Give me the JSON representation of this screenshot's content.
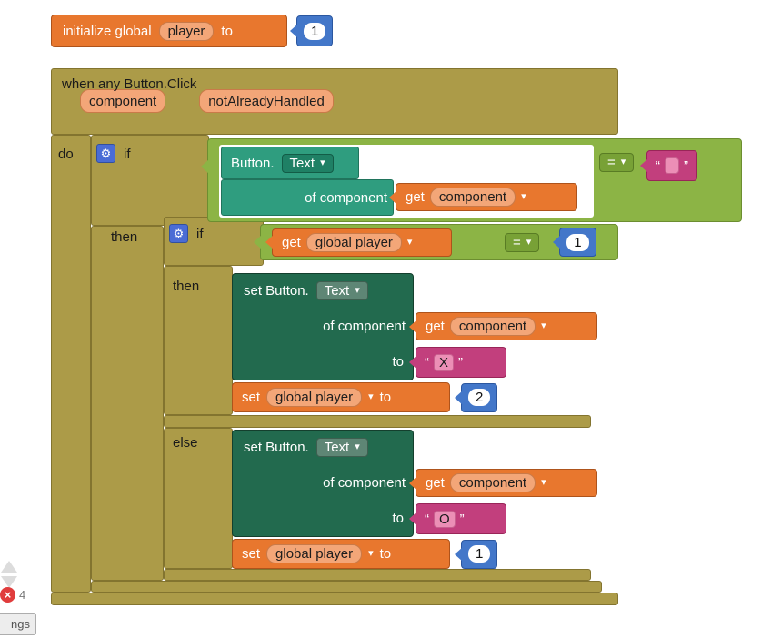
{
  "palette": {
    "variables_orange": "#E8772E",
    "control_mustard": "#AC9B48",
    "logic_green": "#8CB445",
    "math_blue": "#4377C9",
    "text_magenta": "#C23F7D",
    "component_get_teal": "#2F9D7F",
    "component_set_green": "#226A4E",
    "field_salmon": "#F3A678"
  },
  "icons": {
    "gear": "⚙",
    "dropdown_arrow": "▾",
    "error_x": "×",
    "open_quote": "“",
    "close_quote": "”"
  },
  "init_block": {
    "label": "initialize global",
    "var_name": "player",
    "to": "to",
    "value": "1"
  },
  "event_block": {
    "title": "when any Button.Click",
    "param1": "component",
    "param2": "notAlreadyHandled",
    "do": "do"
  },
  "if_outer": {
    "if": "if",
    "then": "then"
  },
  "if_inner": {
    "if": "if",
    "then": "then",
    "else": "else"
  },
  "cond_text_empty": {
    "class_label": "Button.",
    "prop": "Text",
    "of_label": "of component",
    "get": "get",
    "component": "component",
    "op": "=",
    "value": ""
  },
  "cond_player": {
    "get": "get",
    "var": "global player",
    "op": "=",
    "value": "1"
  },
  "then_branch": {
    "set_label": "set Button.",
    "prop": "Text",
    "of_label": "of component",
    "get": "get",
    "component": "component",
    "to": "to",
    "text_value": "X",
    "set_var": {
      "set": "set",
      "var": "global player",
      "to": "to",
      "value": "2"
    }
  },
  "else_branch": {
    "set_label": "set Button.",
    "prop": "Text",
    "of_label": "of component",
    "get": "get",
    "component": "component",
    "to": "to",
    "text_value": "O",
    "set_var": {
      "set": "set",
      "var": "global player",
      "to": "to",
      "value": "1"
    }
  },
  "status": {
    "error_count": "4",
    "warnings_label": "ngs"
  }
}
